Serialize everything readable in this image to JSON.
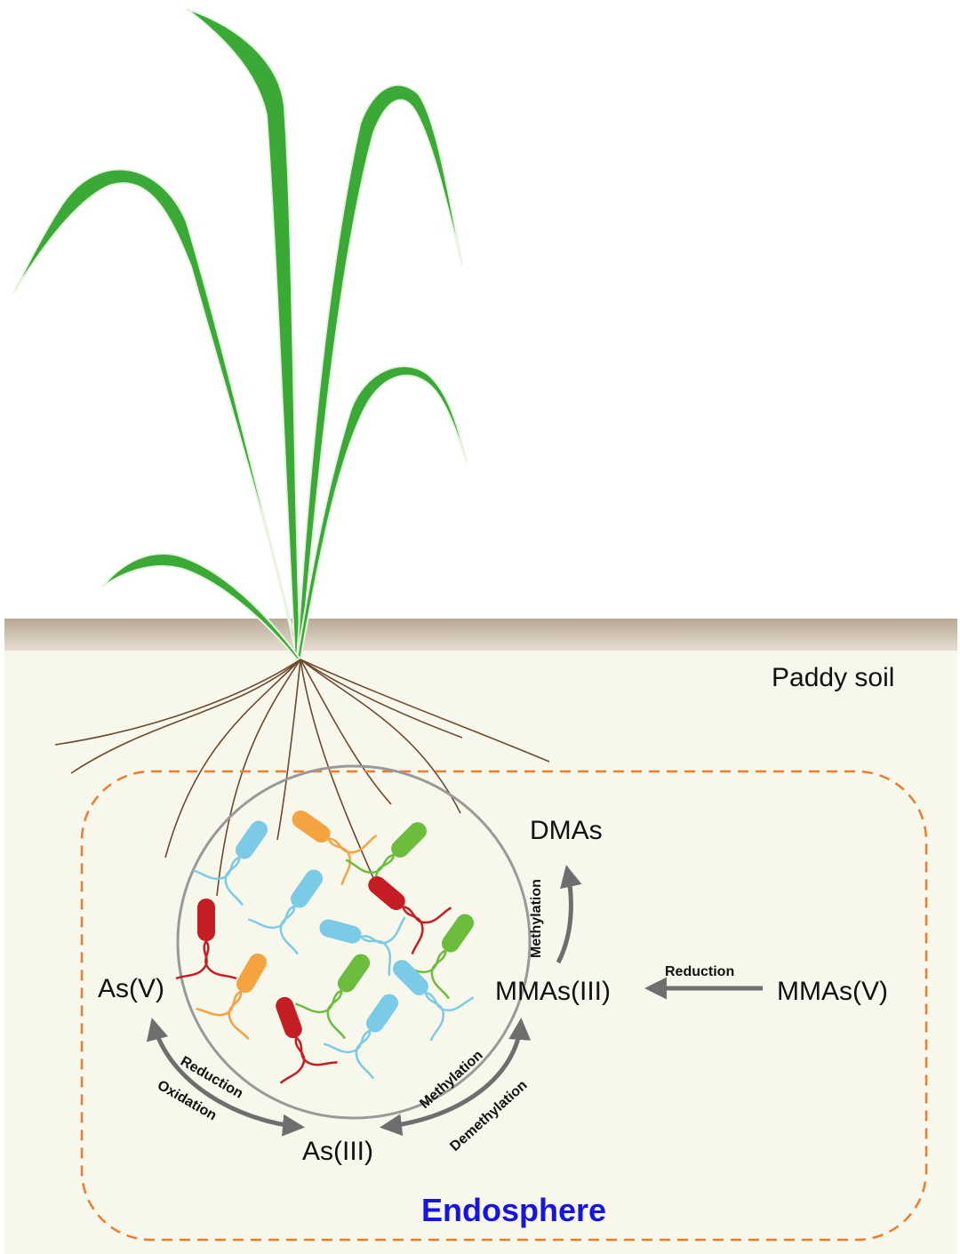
{
  "labels": {
    "soil": "Paddy soil",
    "compartment": "Endosphere"
  },
  "species": {
    "as_v": "As(V)",
    "as_iii": "As(III)",
    "mmas_iii": "MMAs(III)",
    "mmas_v": "MMAs(V)",
    "dmas": "DMAs"
  },
  "processes": {
    "reduction_as": "Reduction",
    "oxidation_as": "Oxidation",
    "methylation_as": "Methylation",
    "demethylation": "Demethylation",
    "methylation_mmas": "Methylation",
    "reduction_mmas": "Reduction"
  },
  "colors": {
    "leaf": "#3aa935",
    "leaf_outline": "#2c8a2a",
    "soil_band": "#c9bcae",
    "soil_fill": "#f8f7ec",
    "root": "#6b4a2e",
    "endosphere_border": "#f07b2a",
    "endosphere_label": "#1414e6",
    "arrow": "#6e6e6e",
    "circle": "#999999",
    "bacteria": [
      "#7ccbe6",
      "#f4a340",
      "#6cbd3e",
      "#c41e24"
    ]
  }
}
